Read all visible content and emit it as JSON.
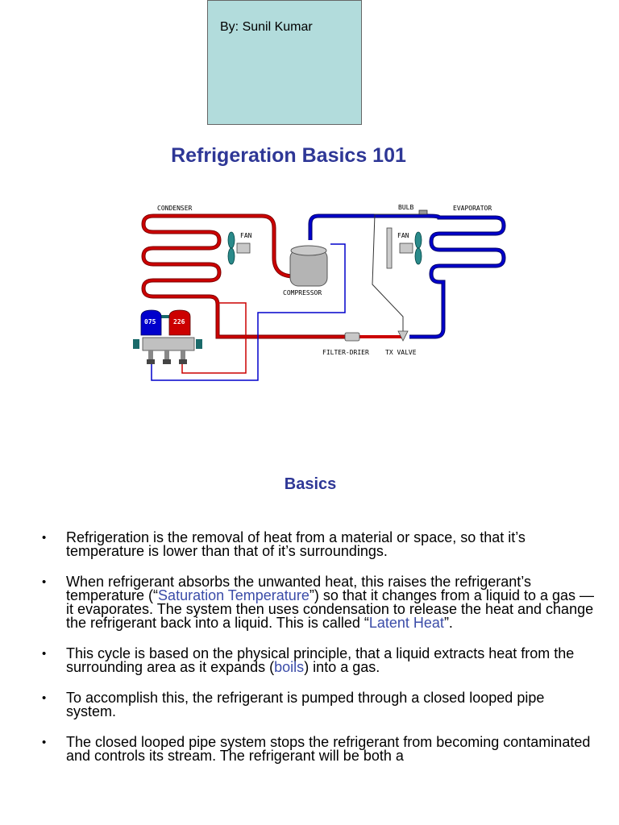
{
  "author": "By: Sunil Kumar",
  "title": "Refrigeration Basics 101",
  "diagram": {
    "labels": {
      "condenser": "CONDENSER",
      "bulb": "BULB",
      "evaporator": "EVAPORATOR",
      "fan_left": "FAN",
      "fan_right": "FAN",
      "compressor": "COMPRESSOR",
      "filter_drier": "FILTER-DRIER",
      "tx_valve": "TX VALVE",
      "gauge_low": "075",
      "gauge_high": "226"
    },
    "colors": {
      "high_side": "#cc0000",
      "low_side": "#0000cc",
      "compressor": "#b4b4b4"
    }
  },
  "section_heading": "Basics",
  "bullets": [
    {
      "a": "Refrigeration is the removal of heat from a material or space, so that it’s temperature is lower than that of it’s surroundings."
    },
    {
      "a": "When refrigerant absorbs the unwanted heat, this raises the refrigerant’s temperature (“",
      "b": "Saturation Temperature",
      "c": "”) so that it changes from a liquid to a gas — it evaporates. The system then uses condensation to release the heat and change the refrigerant back into a liquid. This is called “",
      "d": "Latent Heat",
      "e": "”."
    },
    {
      "a": "This cycle is based on the physical principle, that a liquid extracts heat from the surrounding area as it expands (",
      "b": "boils",
      "c": ") into a gas."
    },
    {
      "a": " To accomplish this, the refrigerant is pumped through a closed looped pipe system."
    },
    {
      "a": "The closed looped pipe system stops the refrigerant from becoming contaminated and controls its stream.  The refrigerant will be both a"
    }
  ]
}
